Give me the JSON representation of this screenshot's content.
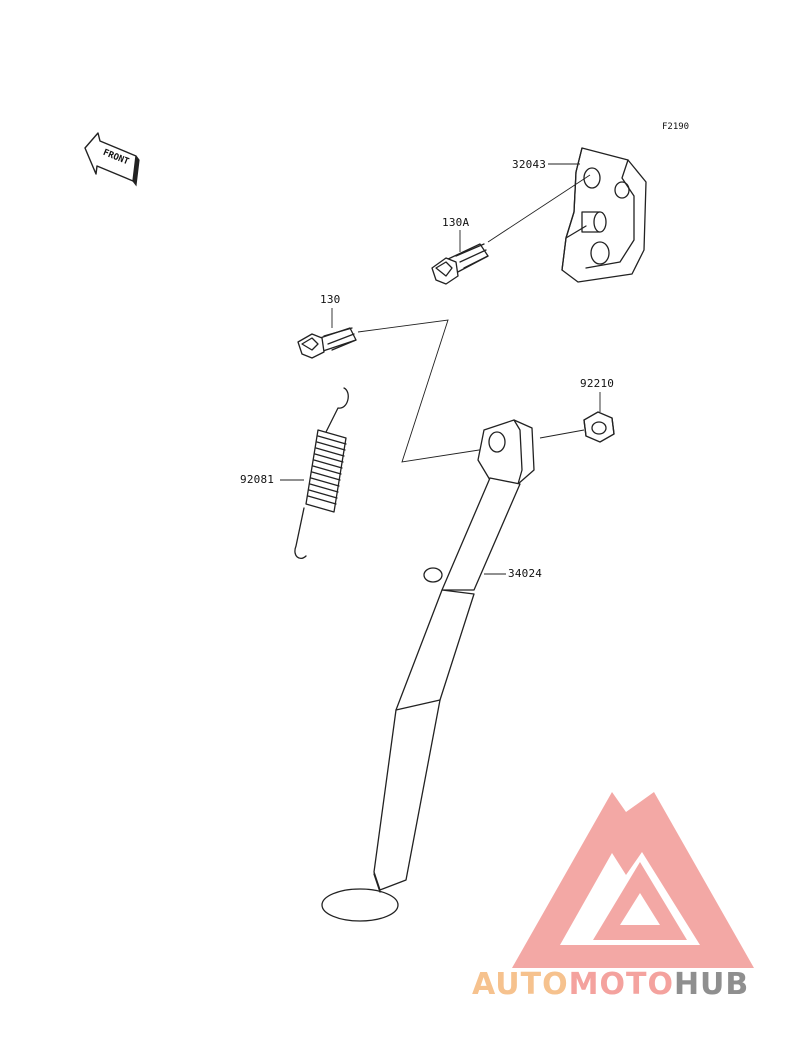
{
  "figure_id": "F2190",
  "front_label": "FRONT",
  "parts": [
    {
      "number": "32043",
      "name": "bracket"
    },
    {
      "number": "130A",
      "name": "bolt-flanged"
    },
    {
      "number": "130",
      "name": "bolt-flanged"
    },
    {
      "number": "92210",
      "name": "nut-flanged"
    },
    {
      "number": "92081",
      "name": "spring"
    },
    {
      "number": "34024",
      "name": "side-stand"
    }
  ],
  "watermark": {
    "part1": "AUTO",
    "part2": "MOTO",
    "part3": "HUB",
    "colors": {
      "part1": "#f6c28e",
      "part2": "#f4a29e",
      "part3": "#8f8f8f",
      "triangle": "#f29a96"
    }
  }
}
